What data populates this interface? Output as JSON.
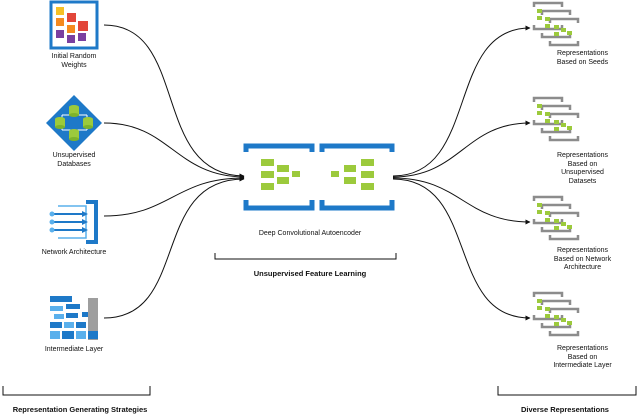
{
  "inputs": [
    {
      "label_lines": [
        "Initial Random",
        "Weights"
      ],
      "icon": "grid-blocks-icon"
    },
    {
      "label_lines": [
        "Unsupervised",
        "Databases"
      ],
      "icon": "database-network-icon"
    },
    {
      "label_lines": [
        "Network Architecture"
      ],
      "icon": "network-arrows-icon"
    },
    {
      "label_lines": [
        "Intermediate Layer"
      ],
      "icon": "layer-stack-icon"
    }
  ],
  "center": {
    "label": "Deep Convolutional Autoencoder",
    "section_label": "Unsupervised Feature Learning",
    "icon": "autoencoder-icon"
  },
  "outputs": [
    {
      "label_lines": [
        "Representations",
        "Based on Seeds"
      ],
      "icon": "representation-stack-icon"
    },
    {
      "label_lines": [
        "Representations",
        "Based on",
        "Unsupervised",
        "Datasets"
      ],
      "icon": "representation-stack-icon"
    },
    {
      "label_lines": [
        "Representations",
        "Based on Network",
        "Architecture"
      ],
      "icon": "representation-stack-icon"
    },
    {
      "label_lines": [
        "Representations",
        "Based on",
        "Intermediate Layer"
      ],
      "icon": "representation-stack-icon"
    }
  ],
  "footer": {
    "left_label": "Representation Generating Strategies",
    "right_label": "Diverse Representations"
  },
  "colors": {
    "blue": "#1e79c8",
    "light_blue": "#5ab0ec",
    "green": "#9cca3c",
    "gray": "#8c8c8c",
    "orange": "#f58a1f",
    "red": "#e2463a",
    "purple": "#7a3fa0",
    "yellow": "#f6c026"
  }
}
